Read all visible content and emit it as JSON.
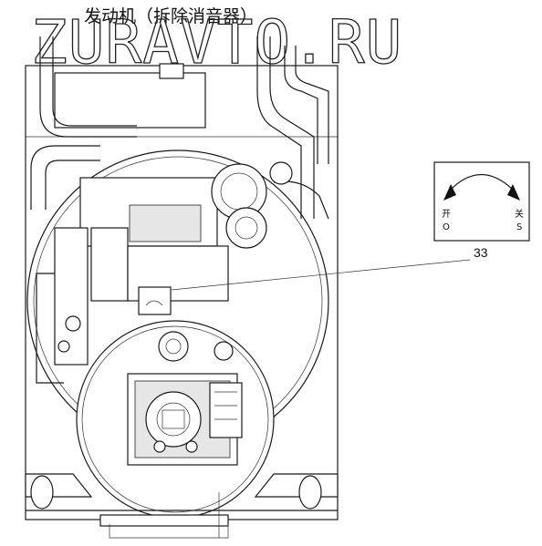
{
  "title": "发动机（拆除消音器）",
  "watermark": "ZURAVTO.RU",
  "callout": {
    "number": "33"
  },
  "switch_inset": {
    "open_label_cn": "开",
    "open_label_latin": "O",
    "close_label_cn": "关",
    "close_label_latin": "S"
  }
}
